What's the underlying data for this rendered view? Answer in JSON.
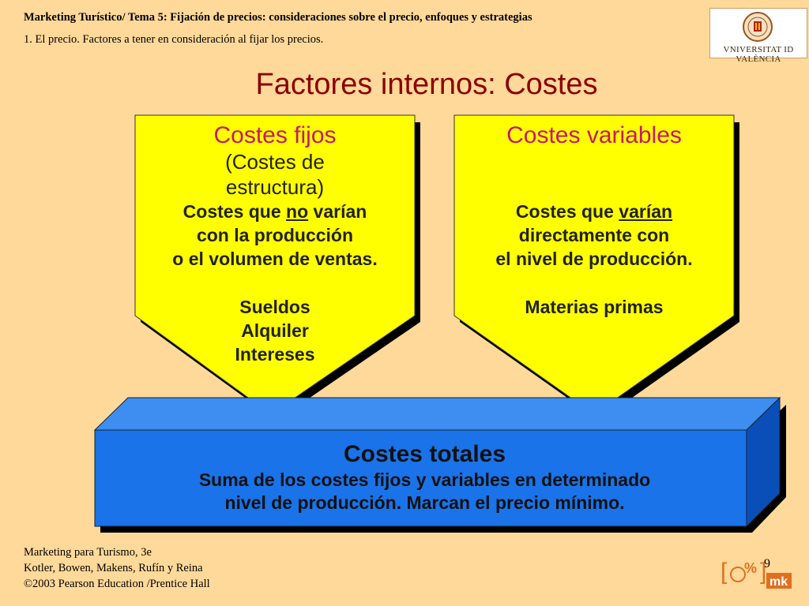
{
  "header": {
    "line1": "Marketing Turístico/ Tema 5: Fijación de precios: consideraciones sobre el precio, enfoques y estrategias",
    "line2": "1.  El precio. Factores a tener en consideración al fijar los precios."
  },
  "logo": {
    "text": "VNIVERSITAT ID VALÈNCIA"
  },
  "title": "Factores internos: Costes",
  "fijos": {
    "heading": "Costes fijos",
    "sub1": "(Costes de",
    "sub2": "estructura)",
    "desc1_pre": "Costes que ",
    "desc1_u": "no",
    "desc1_post": " varían",
    "desc2": "con la producción",
    "desc3": "o el volumen de ventas.",
    "ex1": "Sueldos",
    "ex2": "Alquiler",
    "ex3": "Intereses"
  },
  "variables": {
    "heading": "Costes variables",
    "desc1_pre": "Costes que ",
    "desc1_u": "varían",
    "desc2": "directamente con",
    "desc3": "el nivel de producción.",
    "ex1": "Materias primas"
  },
  "totales": {
    "heading": "Costes totales",
    "line1": "Suma de los costes fijos y variables en determinado",
    "line2": "nivel de producción. Marcan el precio mínimo."
  },
  "footer": {
    "line1": "Marketing para Turismo, 3e",
    "line2": "Kotler, Bowen, Makens, Rufín y Reina",
    "line3": "©2003 Pearson Education /Prentice Hall"
  },
  "page_number": "9",
  "colors": {
    "background": "#FFD99A",
    "arrow_fill": "#FFFF00",
    "box_front": "#1A73E8",
    "box_top": "#3D8EF0",
    "box_side": "#0A4FB8",
    "title": "#8B0000",
    "heading": "#C8186C"
  }
}
